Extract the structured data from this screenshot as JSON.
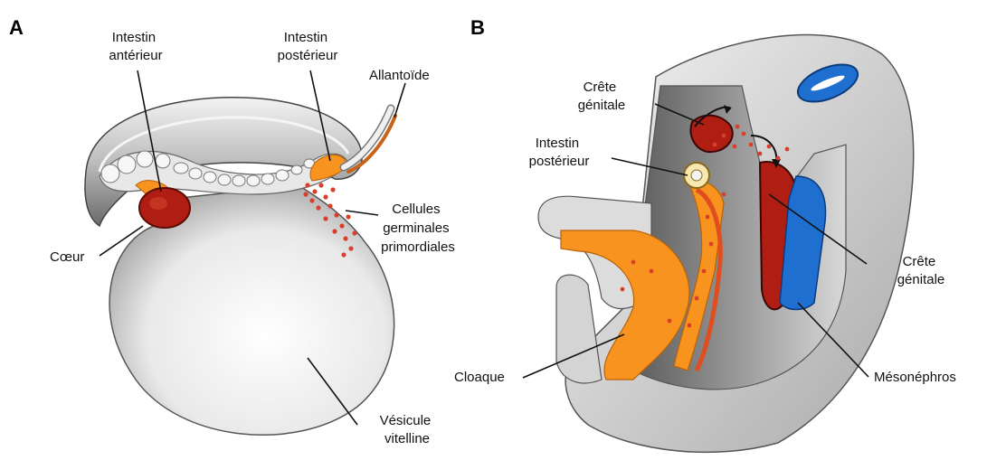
{
  "panel_a": {
    "letter": "A",
    "labels": {
      "foregut": [
        "Intestin",
        "antérieur"
      ],
      "hindgut": [
        "Intestin",
        "postérieur"
      ],
      "allantois": "Allantoïde",
      "germ_cells": [
        "Cellules",
        "germinales",
        "primordiales"
      ],
      "heart": "Cœur",
      "yolk_sac": [
        "Vésicule",
        "vitelline"
      ]
    }
  },
  "panel_b": {
    "letter": "B",
    "labels": {
      "genital_ridge_top": [
        "Crête",
        "génitale"
      ],
      "hindgut": [
        "Intestin",
        "postérieur"
      ],
      "genital_ridge_right": [
        "Crête",
        "génitale"
      ],
      "cloaca": "Cloaque",
      "mesonephros": "Mésonéphros"
    }
  },
  "colors": {
    "orange": "#f7931e",
    "red": "#b01d12",
    "blue": "#1f6fd1",
    "tissue_gray": "#c9c9c9",
    "dots": "#d8402c"
  }
}
